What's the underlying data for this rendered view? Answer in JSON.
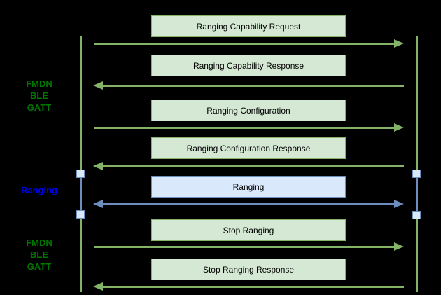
{
  "diagram": {
    "type": "sequence",
    "palette": {
      "background": "#000000",
      "green_fill": "#d5e8d4",
      "green_stroke": "#82b366",
      "blue_fill": "#dae8fc",
      "blue_stroke": "#6c8ebf",
      "phase_green_text": "#007700",
      "phase_blue_text": "#0000e6",
      "message_text": "#000000"
    },
    "phases": [
      {
        "lines": [
          "FMDN",
          "BLE",
          "GATT"
        ],
        "theme": "green"
      },
      {
        "lines": [
          "Ranging"
        ],
        "theme": "blue"
      },
      {
        "lines": [
          "FMDN",
          "BLE",
          "GATT"
        ],
        "theme": "green"
      }
    ],
    "messages": [
      {
        "label": "Ranging Capability Request",
        "direction": "right",
        "theme": "green"
      },
      {
        "label": "Ranging Capability Response",
        "direction": "left",
        "theme": "green"
      },
      {
        "label": "Ranging Configuration",
        "direction": "right",
        "theme": "green"
      },
      {
        "label": "Ranging Configuration Response",
        "direction": "left",
        "theme": "green"
      },
      {
        "label": "Ranging",
        "direction": "both",
        "theme": "blue"
      },
      {
        "label": "Stop Ranging",
        "direction": "right",
        "theme": "green"
      },
      {
        "label": "Stop Ranging Response",
        "direction": "left",
        "theme": "green"
      }
    ]
  }
}
